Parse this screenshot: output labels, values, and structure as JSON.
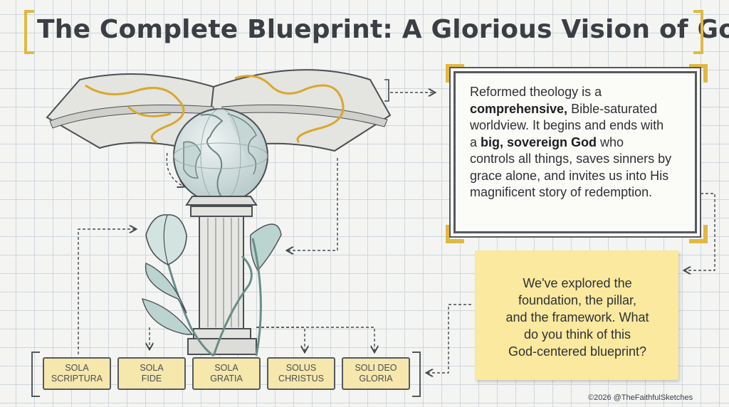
{
  "title": "The Complete Blueprint: A Glorious Vision of God",
  "description_box": {
    "line1": "Reformed theology is a",
    "bold1": "comprehensive,",
    "line2_rest": " Bible-saturated",
    "line3": "worldview. It begins and ends with",
    "line4_pre": "a ",
    "bold2": "big, sovereign God",
    "line4_rest": " who",
    "line5": "controls all things, saves sinners by",
    "line6": "grace alone, and invites us into His",
    "line7": "magnificent story of redemption."
  },
  "sticky_note": {
    "line1": "We've explored the",
    "line2": "foundation, the pillar,",
    "line3": "and the framework. What",
    "line4": "do you think of this",
    "line5": "God-centered blueprint?"
  },
  "solas": [
    {
      "line1": "SOLA",
      "line2": "SCRIPTURA"
    },
    {
      "line1": "SOLA",
      "line2": "FIDE"
    },
    {
      "line1": "SOLA",
      "line2": "GRATIA"
    },
    {
      "line1": "SOLUS",
      "line2": "CHRISTUS"
    },
    {
      "line1": "SOLI DEO",
      "line2": "GLORIA"
    }
  ],
  "credit": "©2026 @TheFaithfulSketches",
  "colors": {
    "accent": "#e2b843",
    "note": "#fae99e",
    "ink": "#3b3f45"
  }
}
